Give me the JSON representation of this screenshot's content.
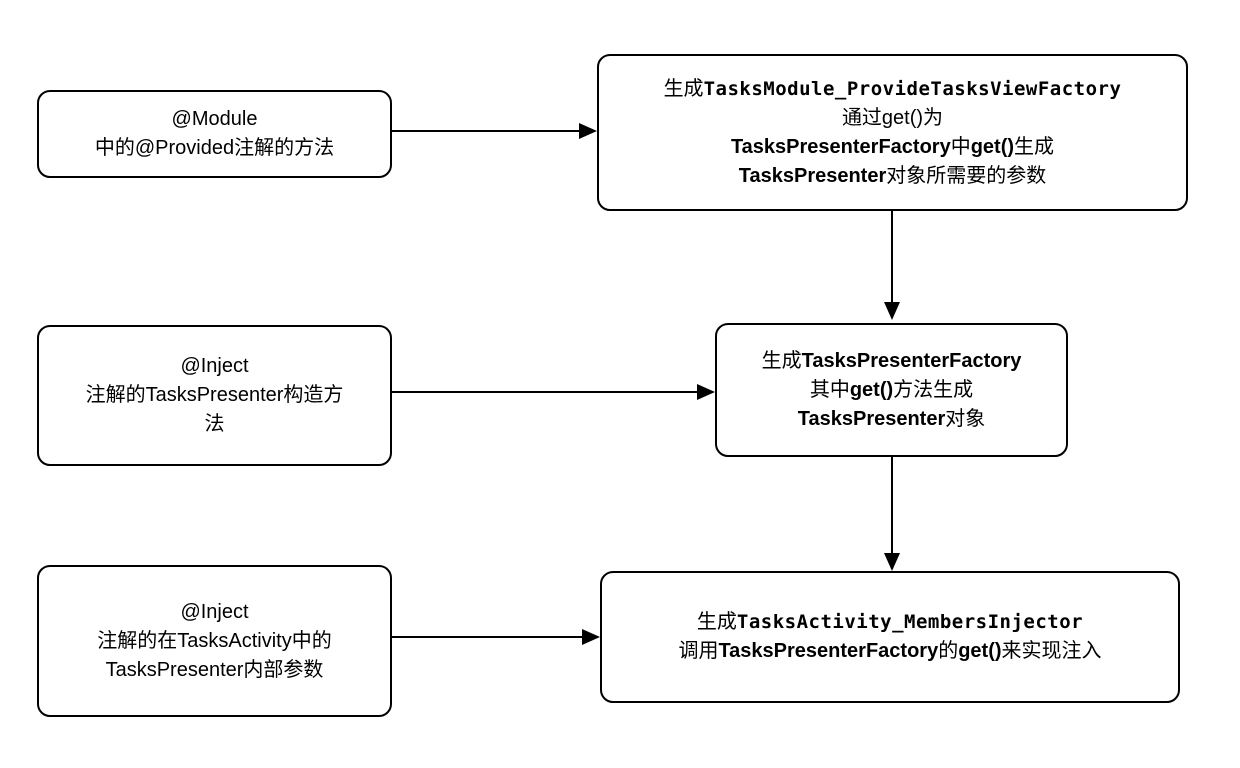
{
  "diagram": {
    "colors": {
      "background": "#ffffff",
      "stroke": "#000000",
      "text": "#000000"
    },
    "boxes": {
      "module_provided": {
        "lines": [
          [
            {
              "text": "@Module",
              "style": "plain"
            }
          ],
          [
            {
              "text": "中的@Provided注解的方法",
              "style": "plain"
            }
          ]
        ]
      },
      "inject_constructor": {
        "lines": [
          [
            {
              "text": "@Inject",
              "style": "plain"
            }
          ],
          [
            {
              "text": "注解的TasksPresenter构造方",
              "style": "plain"
            }
          ],
          [
            {
              "text": "法",
              "style": "plain"
            }
          ]
        ]
      },
      "inject_field": {
        "lines": [
          [
            {
              "text": "@Inject",
              "style": "plain"
            }
          ],
          [
            {
              "text": "注解的在TasksActivity中的",
              "style": "plain"
            }
          ],
          [
            {
              "text": "TasksPresenter内部参数",
              "style": "plain"
            }
          ]
        ]
      },
      "tasks_module_factory": {
        "lines": [
          [
            {
              "text": "生成",
              "style": "plain"
            },
            {
              "text": "TasksModule_ProvideTasksViewFactory",
              "style": "mono"
            }
          ],
          [
            {
              "text": "通过get()为",
              "style": "plain"
            }
          ],
          [
            {
              "text": "TasksPresenterFactory",
              "style": "bold"
            },
            {
              "text": "中",
              "style": "plain"
            },
            {
              "text": "get()",
              "style": "bold"
            },
            {
              "text": "生成",
              "style": "plain"
            }
          ],
          [
            {
              "text": "TasksPresenter",
              "style": "bold"
            },
            {
              "text": "对象所需要的参数",
              "style": "plain"
            }
          ]
        ]
      },
      "tasks_presenter_factory": {
        "lines": [
          [
            {
              "text": "生成",
              "style": "plain"
            },
            {
              "text": "TasksPresenterFactory",
              "style": "bold"
            }
          ],
          [
            {
              "text": "其中",
              "style": "plain"
            },
            {
              "text": "get()",
              "style": "bold"
            },
            {
              "text": "方法生成",
              "style": "plain"
            }
          ],
          [
            {
              "text": "TasksPresenter",
              "style": "bold"
            },
            {
              "text": "对象",
              "style": "plain"
            }
          ]
        ]
      },
      "tasks_activity_members_injector": {
        "lines": [
          [
            {
              "text": "生成",
              "style": "plain"
            },
            {
              "text": "TasksActivity_MembersInjector",
              "style": "mono"
            }
          ],
          [
            {
              "text": "调用",
              "style": "plain"
            },
            {
              "text": "TasksPresenterFactory",
              "style": "bold"
            },
            {
              "text": "的",
              "style": "plain"
            },
            {
              "text": "get()",
              "style": "bold"
            },
            {
              "text": "来实现注入",
              "style": "plain"
            }
          ]
        ]
      }
    },
    "edges": [
      {
        "from": "module_provided",
        "to": "tasks_module_factory",
        "direction": "right"
      },
      {
        "from": "tasks_module_factory",
        "to": "tasks_presenter_factory",
        "direction": "down"
      },
      {
        "from": "inject_constructor",
        "to": "tasks_presenter_factory",
        "direction": "right"
      },
      {
        "from": "tasks_presenter_factory",
        "to": "tasks_activity_members_injector",
        "direction": "down"
      },
      {
        "from": "inject_field",
        "to": "tasks_activity_members_injector",
        "direction": "right"
      }
    ]
  }
}
